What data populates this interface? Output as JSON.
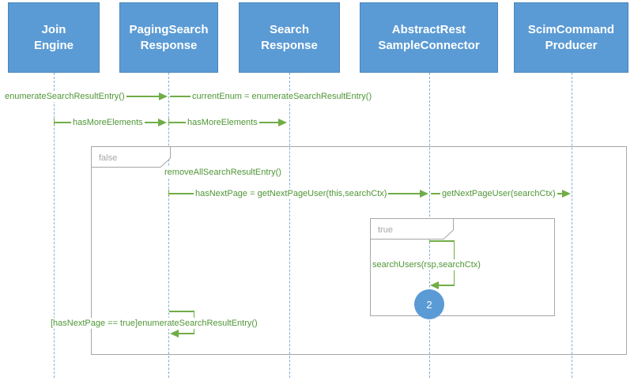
{
  "diagram": {
    "type": "uml-sequence-diagram",
    "actors": [
      {
        "name": "Join\nEngine"
      },
      {
        "name": "PagingSearch\nResponse"
      },
      {
        "name": "Search\nResponse"
      },
      {
        "name": "AbstractRest\nSampleConnector"
      },
      {
        "name": "ScimCommand\nProducer"
      }
    ],
    "fragments": {
      "outer_label": "false",
      "inner_label": "true"
    },
    "messages": {
      "enumerate_call": "enumerateSearchResultEntry()",
      "current_enum_result": "currentEnum = enumerateSearchResultEntry()",
      "has_more_elements_1": "hasMoreElements",
      "has_more_elements_2": "hasMoreElements",
      "remove_all": "removeAllSearchResultEntry()",
      "has_next_page": "hasNextPage = getNextPageUser(this,searchCtx)",
      "get_next_page_user": "getNextPageUser(searchCtx)",
      "search_users": "searchUsers(rsp,searchCtx)",
      "loop_enumerate": "[hasNextPage == true]enumerateSearchResultEntry()"
    },
    "badge": {
      "label": "2"
    },
    "colors": {
      "actor_fill": "#5B9BD5",
      "actor_border": "#4A86BC",
      "actor_text": "#FFFFFF",
      "lifeline": "#7FAFDC",
      "message_line": "#70AD47",
      "message_text": "#4F9636",
      "frame_border": "#A6A6A6",
      "frame_label_text": "#A6A6A6",
      "badge_fill": "#5B9BD5",
      "badge_text": "#FFFFFF"
    }
  }
}
